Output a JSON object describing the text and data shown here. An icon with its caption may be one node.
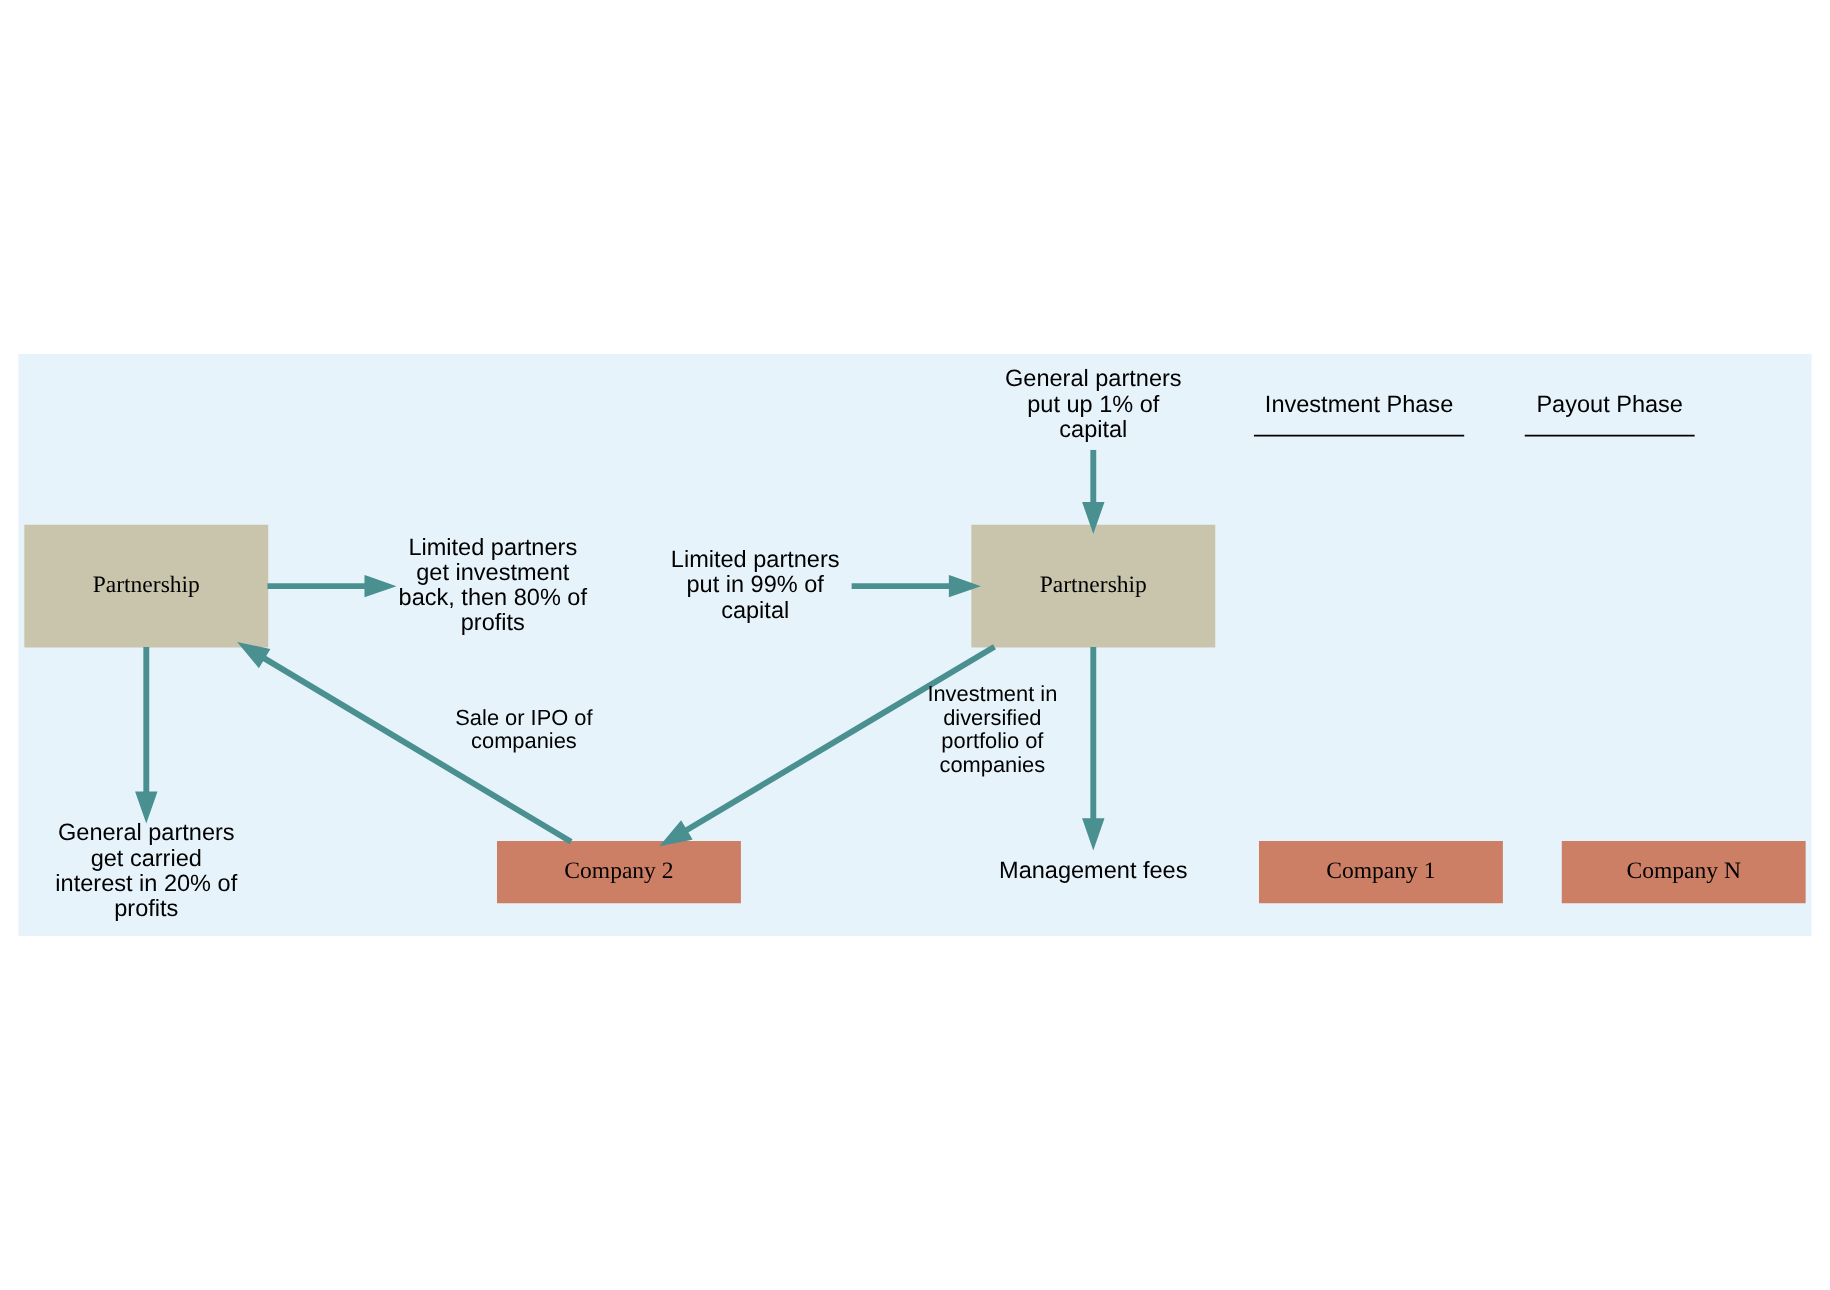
{
  "diagram": {
    "nodes": [
      {
        "text": [
          "General partners put up 1% of capital"
        ]
      },
      {
        "text": [
          "Management fees"
        ]
      },
      {
        "text": [
          "Limited partners put in 99% of capital"
        ]
      },
      {
        "text": [
          "Partnership"
        ]
      },
      {
        "text": [
          "Company 1"
        ]
      },
      {
        "text": [
          "Company 2"
        ]
      },
      {
        "text": [
          "Company N"
        ]
      },
      {
        "text": [
          "Partnership"
        ]
      },
      {
        "text": [
          "General partners get carried interest in 20% of profits"
        ]
      },
      {
        "text": [
          "Limited partners get investment back, then 80% of profits"
        ]
      }
    ],
    "edges": [
      {
        "from": 0,
        "to": 3,
        "arrow": "to"
      },
      {
        "from": 3,
        "to": 1,
        "arrow": "to"
      },
      {
        "from": 2,
        "to": 3,
        "arrow": "to"
      },
      {
        "from": 3,
        "to": 5,
        "arrow": "to",
        "label": "Investment in diversified portfolio of companies"
      },
      {
        "from": 5,
        "to": 7,
        "arrow": "to",
        "label": "Sale or IPO of companies"
      },
      {
        "from": 7,
        "to": 8,
        "arrow": "to"
      },
      {
        "from": 7,
        "to": 9,
        "arrow": "to"
      }
    ],
    "labels": [
      "Investment Phase",
      "Payout Phase"
    ]
  }
}
